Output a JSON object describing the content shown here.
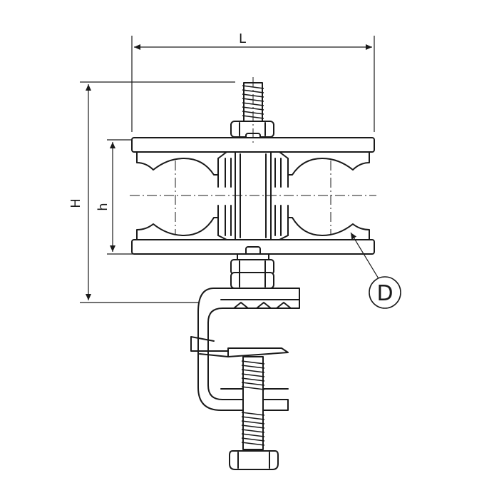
{
  "dimensions": {
    "length_label": "L",
    "height_label": "H",
    "inner_height_label": "h"
  },
  "callout": {
    "label": "D"
  },
  "colors": {
    "line": "#1a1a1a",
    "background": "#ffffff"
  }
}
